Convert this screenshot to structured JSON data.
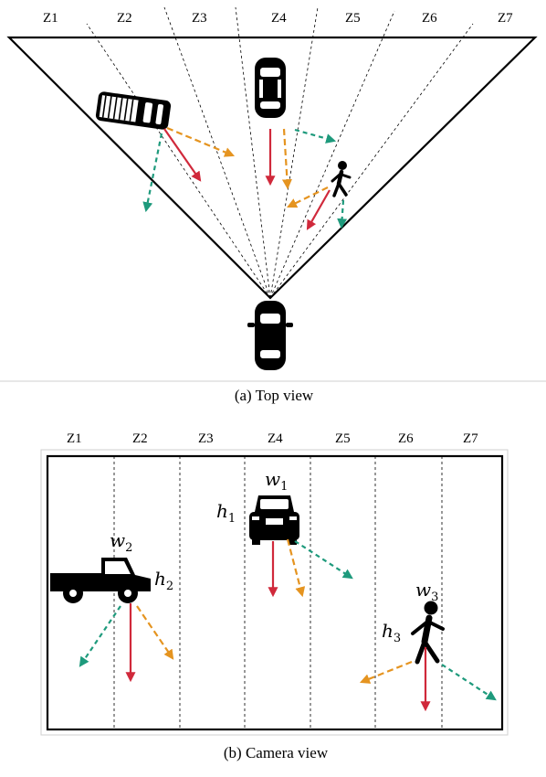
{
  "zones": [
    "Z1",
    "Z2",
    "Z3",
    "Z4",
    "Z5",
    "Z6",
    "Z7"
  ],
  "top_caption": "(a) Top view",
  "camera_caption": "(b) Camera view",
  "labels": {
    "w1": "w",
    "w1_sub": "1",
    "h1": "h",
    "h1_sub": "1",
    "w2": "w",
    "w2_sub": "2",
    "h2": "h",
    "h2_sub": "2",
    "w3": "w",
    "w3_sub": "3",
    "h3": "h",
    "h3_sub": "3"
  },
  "colors": {
    "red": "#d0293b",
    "orange": "#e59420",
    "teal": "#1e9a7c"
  }
}
